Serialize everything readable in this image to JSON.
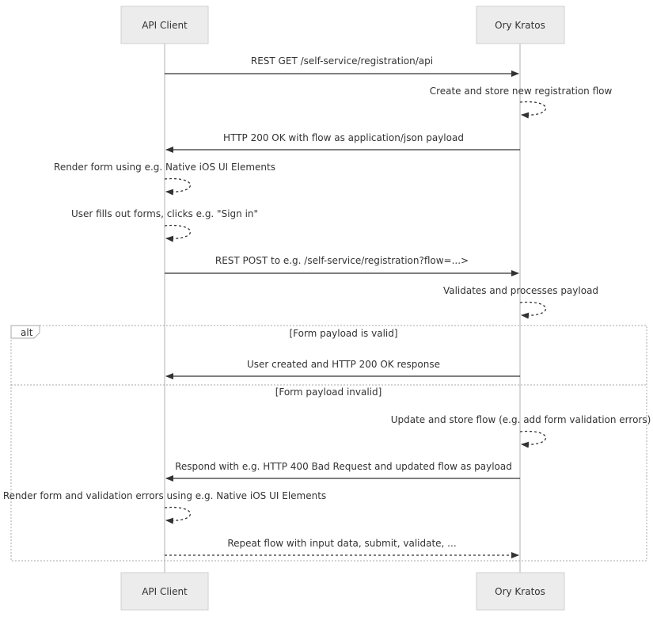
{
  "actors": [
    {
      "id": "client",
      "label": "API Client"
    },
    {
      "id": "kratos",
      "label": "Ory Kratos"
    }
  ],
  "messages": [
    {
      "from": "client",
      "to": "kratos",
      "style": "solid",
      "text": "REST GET /self-service/registration/api"
    },
    {
      "from": "kratos",
      "to": "kratos",
      "style": "dashed",
      "text": "Create and store new registration flow"
    },
    {
      "from": "kratos",
      "to": "client",
      "style": "solid",
      "text": "HTTP 200 OK with flow as application/json payload"
    },
    {
      "from": "client",
      "to": "client",
      "style": "dashed",
      "text": "Render form using e.g. Native iOS UI Elements"
    },
    {
      "from": "client",
      "to": "client",
      "style": "dashed",
      "text": "User fills out forms, clicks e.g. \"Sign in\""
    },
    {
      "from": "client",
      "to": "kratos",
      "style": "solid",
      "text": "REST POST to e.g. /self-service/registration?flow=...>"
    },
    {
      "from": "kratos",
      "to": "kratos",
      "style": "dashed",
      "text": "Validates and processes payload"
    },
    {
      "from": "kratos",
      "to": "client",
      "style": "solid",
      "text": "User created and HTTP 200 OK response"
    },
    {
      "from": "kratos",
      "to": "kratos",
      "style": "dashed",
      "text": "Update and store flow (e.g. add form validation errors)"
    },
    {
      "from": "kratos",
      "to": "client",
      "style": "solid",
      "text": "Respond with e.g. HTTP 400 Bad Request and updated flow as payload"
    },
    {
      "from": "client",
      "to": "client",
      "style": "dashed",
      "text": "Render form and validation errors using e.g. Native iOS UI Elements"
    },
    {
      "from": "client",
      "to": "kratos",
      "style": "dashed",
      "text": "Repeat flow with input data, submit, validate, ..."
    }
  ],
  "alt_frame": {
    "tag": "alt",
    "sections": [
      {
        "condition": "[Form payload is valid]"
      },
      {
        "condition": "[Form payload invalid]"
      }
    ]
  },
  "colors": {
    "actor_fill": "#ececec",
    "actor_stroke": "#cfcfcf",
    "lifeline": "#cccccc",
    "arrow": "#333333",
    "text": "#333333",
    "frame": "#aaaaaa"
  }
}
